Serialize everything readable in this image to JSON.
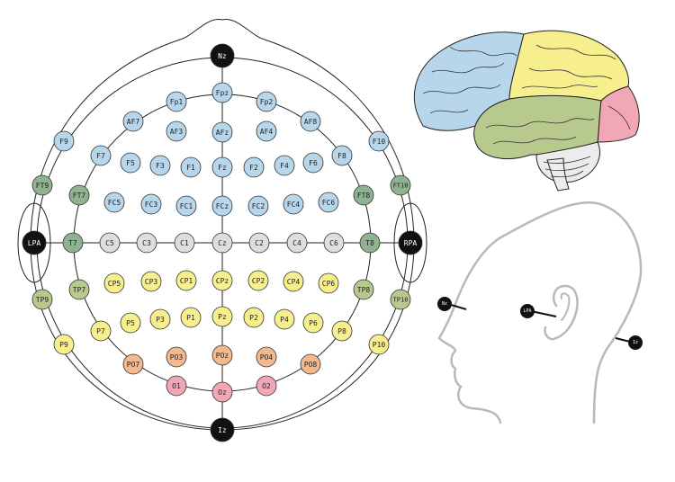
{
  "colors": {
    "frontal": "#b7d6ec",
    "parietal": "#f7ef8e",
    "temporal": "#b8c98e",
    "occipital": "#f2a7b6",
    "central": "#dedede",
    "posterior": "#f1b98d",
    "temporal_dark": "#8fb391",
    "fiducial": "#111111",
    "outline": "#222222",
    "head_profile": "#b9b9b9"
  },
  "electrodes": [
    {
      "label": "Nz",
      "region": "fiducial"
    },
    {
      "label": "Fp1",
      "region": "frontal"
    },
    {
      "label": "Fpz",
      "region": "frontal"
    },
    {
      "label": "Fp2",
      "region": "frontal"
    },
    {
      "label": "AF7",
      "region": "frontal"
    },
    {
      "label": "AF3",
      "region": "frontal"
    },
    {
      "label": "AFz",
      "region": "frontal"
    },
    {
      "label": "AF4",
      "region": "frontal"
    },
    {
      "label": "AF8",
      "region": "frontal"
    },
    {
      "label": "F9",
      "region": "frontal"
    },
    {
      "label": "F7",
      "region": "frontal"
    },
    {
      "label": "F5",
      "region": "frontal"
    },
    {
      "label": "F3",
      "region": "frontal"
    },
    {
      "label": "F1",
      "region": "frontal"
    },
    {
      "label": "Fz",
      "region": "frontal"
    },
    {
      "label": "F2",
      "region": "frontal"
    },
    {
      "label": "F4",
      "region": "frontal"
    },
    {
      "label": "F6",
      "region": "frontal"
    },
    {
      "label": "F8",
      "region": "frontal"
    },
    {
      "label": "F10",
      "region": "frontal"
    },
    {
      "label": "FT9",
      "region": "temporal_dark"
    },
    {
      "label": "FT7",
      "region": "temporal_dark"
    },
    {
      "label": "FC5",
      "region": "frontal"
    },
    {
      "label": "FC3",
      "region": "frontal"
    },
    {
      "label": "FC1",
      "region": "frontal"
    },
    {
      "label": "FCz",
      "region": "frontal"
    },
    {
      "label": "FC2",
      "region": "frontal"
    },
    {
      "label": "FC4",
      "region": "frontal"
    },
    {
      "label": "FC6",
      "region": "frontal"
    },
    {
      "label": "FT8",
      "region": "temporal_dark"
    },
    {
      "label": "FT10",
      "region": "temporal_dark"
    },
    {
      "label": "LPA",
      "region": "fiducial"
    },
    {
      "label": "T7",
      "region": "temporal_dark"
    },
    {
      "label": "C5",
      "region": "central"
    },
    {
      "label": "C3",
      "region": "central"
    },
    {
      "label": "C1",
      "region": "central"
    },
    {
      "label": "Cz",
      "region": "central"
    },
    {
      "label": "C2",
      "region": "central"
    },
    {
      "label": "C4",
      "region": "central"
    },
    {
      "label": "C6",
      "region": "central"
    },
    {
      "label": "T8",
      "region": "temporal_dark"
    },
    {
      "label": "RPA",
      "region": "fiducial"
    },
    {
      "label": "TP9",
      "region": "temporal"
    },
    {
      "label": "TP7",
      "region": "temporal"
    },
    {
      "label": "CP5",
      "region": "parietal"
    },
    {
      "label": "CP3",
      "region": "parietal"
    },
    {
      "label": "CP1",
      "region": "parietal"
    },
    {
      "label": "CPz",
      "region": "parietal"
    },
    {
      "label": "CP2",
      "region": "parietal"
    },
    {
      "label": "CP4",
      "region": "parietal"
    },
    {
      "label": "CP6",
      "region": "parietal"
    },
    {
      "label": "TP8",
      "region": "temporal"
    },
    {
      "label": "TP10",
      "region": "temporal"
    },
    {
      "label": "P9",
      "region": "parietal"
    },
    {
      "label": "P7",
      "region": "parietal"
    },
    {
      "label": "P5",
      "region": "parietal"
    },
    {
      "label": "P3",
      "region": "parietal"
    },
    {
      "label": "P1",
      "region": "parietal"
    },
    {
      "label": "Pz",
      "region": "parietal"
    },
    {
      "label": "P2",
      "region": "parietal"
    },
    {
      "label": "P4",
      "region": "parietal"
    },
    {
      "label": "P6",
      "region": "parietal"
    },
    {
      "label": "P8",
      "region": "parietal"
    },
    {
      "label": "P10",
      "region": "parietal"
    },
    {
      "label": "PO7",
      "region": "posterior"
    },
    {
      "label": "PO3",
      "region": "posterior"
    },
    {
      "label": "POz",
      "region": "posterior"
    },
    {
      "label": "PO4",
      "region": "posterior"
    },
    {
      "label": "PO8",
      "region": "posterior"
    },
    {
      "label": "O1",
      "region": "occipital"
    },
    {
      "label": "Oz",
      "region": "occipital"
    },
    {
      "label": "O2",
      "region": "occipital"
    },
    {
      "label": "Iz",
      "region": "fiducial"
    }
  ],
  "profile_labels": {
    "nasion": "Nz",
    "preauricular": "LPA",
    "inion": "Iz"
  }
}
